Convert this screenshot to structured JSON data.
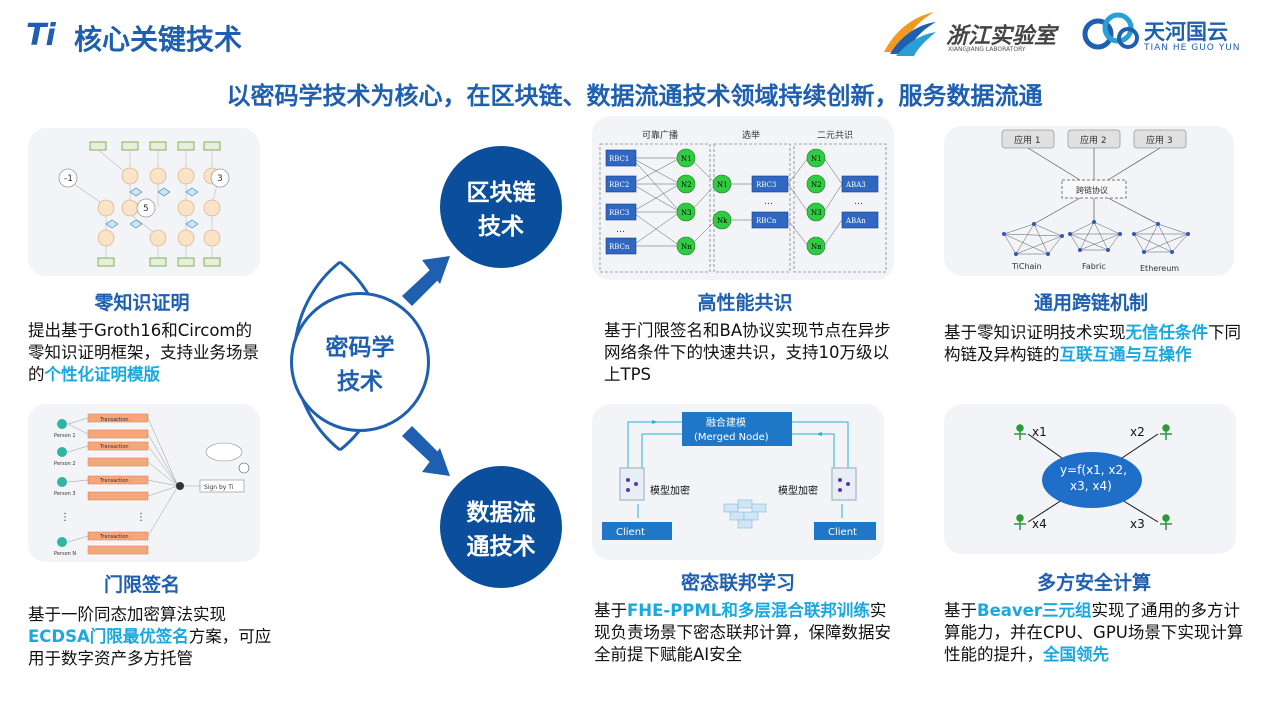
{
  "header": {
    "logo_text": "Ti",
    "title": "核心关键技术",
    "partner1_name": "浙江实验室",
    "partner1_en": "XIANGJIANG LABORATORY",
    "partner2_name": "天河国云",
    "partner2_en": "TIAN HE GUO YUN"
  },
  "headline": "以密码学技术为核心，在区块链、数据流通技术领域持续创新，服务数据流通",
  "center": {
    "core": "密码学\n技术",
    "blockchain": "区块链\n技术",
    "dataflow": "数据流\n通技术"
  },
  "sections": {
    "zkp": {
      "title": "零知识证明",
      "desc_1": "提出基于Groth16和Circom的零知识证明框架，支持业务场景的",
      "desc_hl": "个性化证明模版"
    },
    "threshold": {
      "title": "门限签名",
      "desc_1": "基于一阶同态加密算法实现",
      "desc_hl": "ECDSA门限最优签名",
      "desc_2": "方案，可应用于数字资产多方托管"
    },
    "consensus": {
      "title": "高性能共识",
      "desc": "基于门限签名和BA协议实现节点在异步网络条件下的快速共识，支持10万级以上TPS"
    },
    "crosschain": {
      "title": "通用跨链机制",
      "desc_1": "基于零知识证明技术实现",
      "desc_hl1": "无信任条件",
      "desc_2": "下同构链及异构链的",
      "desc_hl2": "互联互通与互操作"
    },
    "federated": {
      "title": "密态联邦学习",
      "desc_1": "基于",
      "desc_hl": "FHE-PPML和多层混合联邦训练",
      "desc_2": "实现负责场景下密态联邦计算，保障数据安全前提下赋能AI安全"
    },
    "mpc": {
      "title": "多方安全计算",
      "desc_1": "基于",
      "desc_hl1": "Beaver三元组",
      "desc_2": "实现了通用的多方计算能力，并在CPU、GPU场景下实现计算性能的提升，",
      "desc_hl2": "全国领先"
    }
  },
  "diagrams": {
    "consensus": {
      "phase1": "可靠广播",
      "phase2": "选举",
      "phase3": "二元共识",
      "rbc": [
        "RBC1",
        "RBC2",
        "RBC3",
        "RBCn"
      ],
      "nodes": [
        "N1",
        "N2",
        "N3",
        "Nn"
      ],
      "mid_nodes": [
        "N1",
        "Nk"
      ],
      "rbc_mid": [
        "RBC3",
        "RBCn"
      ],
      "aba": [
        "ABA3",
        "ABAn"
      ],
      "dots": "…"
    },
    "crosschain": {
      "apps": [
        "应用 1",
        "应用 2",
        "应用 3"
      ],
      "protocol": "跨链协议",
      "chains": [
        "TiChain",
        "Fabric",
        "Ethereum"
      ]
    },
    "federated": {
      "merged_1": "融合建模",
      "merged_2": "(Merged Node)",
      "enc_left": "模型加密",
      "enc_right": "模型加密",
      "client_left": "Client",
      "client_right": "Client"
    },
    "mpc": {
      "formula_1": "y=f(x1, x2,",
      "formula_2": "x3, x4)",
      "parties": [
        "x1",
        "x2",
        "x4",
        "x3"
      ]
    },
    "zkp": {
      "inputs": [
        "-1",
        "5",
        "3"
      ]
    },
    "threshold": {
      "persons": [
        "Person 1",
        "Person 2",
        "Person 3",
        "Person N"
      ],
      "tx": "Transaction",
      "sign": "Sign by Ti"
    }
  },
  "colors": {
    "brand_blue": "#1f5fb0",
    "highlight": "#1aa8e0",
    "dark_blue": "#0b4f9c"
  }
}
